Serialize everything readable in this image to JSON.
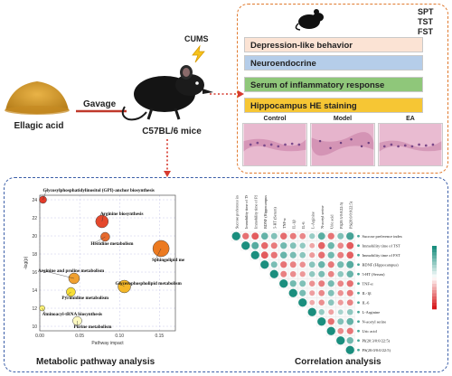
{
  "left": {
    "compound_label": "Ellagic acid",
    "route_label": "Gavage"
  },
  "model": {
    "stress_label": "CUMS",
    "mouse_label": "C57BL/6 mice"
  },
  "behavior_tests": [
    "SPT",
    "TST",
    "FST"
  ],
  "outcomes": [
    {
      "label": "Depression-like behavior",
      "color": "#fbe3d4"
    },
    {
      "label": "Neuroendocrine",
      "color": "#b5cde9"
    },
    {
      "label": "Serum of inflammatory response",
      "color": "#8fc77a"
    },
    {
      "label": "Hippocampus HE staining",
      "color": "#f6c634"
    }
  ],
  "he_groups": [
    "Control",
    "Model",
    "EA"
  ],
  "metabolic": {
    "title": "Metabolic pathway analysis",
    "chart_data": {
      "type": "scatter",
      "xlabel": "Pathway impact",
      "ylabel": "-log(p)",
      "x_ticks": [
        "0.00",
        "0.05",
        "0.10",
        "0.15"
      ],
      "y_ticks": [
        "10",
        "12",
        "14",
        "16",
        "18",
        "20",
        "22",
        "24"
      ],
      "xlim": [
        0,
        0.17
      ],
      "ylim": [
        9.5,
        24.5
      ],
      "points": [
        {
          "name": "Glycosylphosphatidylinositol (GPI)-anchor biosynthesis",
          "x": 0.004,
          "y": 24.0,
          "color": "#e23b2a",
          "size": 4
        },
        {
          "name": "Arginine biosynthesis",
          "x": 0.078,
          "y": 21.6,
          "color": "#e5482c",
          "size": 7
        },
        {
          "name": "Histidine metabolism",
          "x": 0.082,
          "y": 19.9,
          "color": "#e66a2d",
          "size": 5
        },
        {
          "name": "Sphingolipid metabolism",
          "x": 0.152,
          "y": 18.6,
          "color": "#ec7a20",
          "size": 9
        },
        {
          "name": "Arginine and proline metabolism",
          "x": 0.043,
          "y": 15.3,
          "color": "#f0a030",
          "size": 6
        },
        {
          "name": "Glycerophospholipid metabolism",
          "x": 0.106,
          "y": 14.4,
          "color": "#f4b728",
          "size": 7
        },
        {
          "name": "Pyrimidine metabolism",
          "x": 0.039,
          "y": 13.8,
          "color": "#f6dd35",
          "size": 5
        },
        {
          "name": "Aminoacyl-tRNA biosynthesis",
          "x": 0.003,
          "y": 12.0,
          "color": "#fbf176",
          "size": 3
        },
        {
          "name": "Purine metabolism",
          "x": 0.047,
          "y": 10.6,
          "color": "#fdf9c0",
          "size": 5
        }
      ]
    }
  },
  "correlation": {
    "title": "Correlation analysis",
    "chart_data": {
      "type": "heatmap",
      "rows": [
        "Sucrose preference index",
        "Immobility time of TST",
        "Immobility time of FST",
        "BDNF (Hippocampus)",
        "5-HT (Serum)",
        "TNF-α",
        "IL-1β",
        "IL-6",
        "L-Arginine",
        "N-acetyl serine",
        "Uric acid",
        "PI(20:3/0:0/22:5)",
        "PS(20:0/0:0/22:5)"
      ],
      "columns": [
        "Sucrose preference index",
        "Immobility time of TST",
        "Immobility time of FST",
        "BDNF (Hippocampus)",
        "5-HT (Serum)",
        "TNF-α",
        "IL-1β",
        "IL-6",
        "L-Arginine",
        "N-acetyl serine",
        "Uric acid",
        "PI(20:3/0:0/22:5)",
        "PS(20:0/0:0/22:5)"
      ],
      "color_min": "#d7191c",
      "color_mid": "#ffffff",
      "color_max": "#1a8e7e",
      "upper": [
        [
          1,
          -0.62,
          -0.71,
          0.68,
          0.55,
          -0.64,
          -0.58,
          -0.52,
          0.45,
          0.72,
          -0.61,
          0.56,
          0.81
        ],
        [
          0,
          1,
          0.74,
          -0.66,
          -0.58,
          0.62,
          0.55,
          0.48,
          -0.39,
          -0.68,
          0.64,
          -0.52,
          -0.71
        ],
        [
          0,
          0,
          1,
          -0.72,
          -0.61,
          0.66,
          0.59,
          0.51,
          -0.44,
          -0.63,
          0.62,
          -0.57,
          -0.69
        ],
        [
          0,
          0,
          0,
          1,
          0.58,
          -0.61,
          -0.55,
          -0.49,
          0.52,
          0.66,
          -0.59,
          0.61,
          0.74
        ],
        [
          0,
          0,
          0,
          0,
          1,
          -0.55,
          -0.5,
          -0.45,
          0.49,
          0.58,
          -0.54,
          0.5,
          0.66
        ],
        [
          0,
          0,
          0,
          0,
          0,
          1,
          0.61,
          0.56,
          -0.48,
          -0.57,
          0.6,
          -0.53,
          -0.62
        ],
        [
          0,
          0,
          0,
          0,
          0,
          0,
          1,
          0.6,
          -0.42,
          -0.52,
          0.55,
          -0.48,
          -0.58
        ],
        [
          0,
          0,
          0,
          0,
          0,
          0,
          0,
          1,
          -0.38,
          -0.49,
          0.51,
          -0.44,
          -0.54
        ],
        [
          0,
          0,
          0,
          0,
          0,
          0,
          0,
          0,
          1,
          0.47,
          -0.41,
          0.39,
          0.5
        ],
        [
          0,
          0,
          0,
          0,
          0,
          0,
          0,
          0,
          0,
          1,
          -0.62,
          0.55,
          0.68
        ],
        [
          0,
          0,
          0,
          0,
          0,
          0,
          0,
          0,
          0,
          0,
          1,
          -0.51,
          -0.6
        ],
        [
          0,
          0,
          0,
          0,
          0,
          0,
          0,
          0,
          0,
          0,
          0,
          1,
          0.63
        ],
        [
          0,
          0,
          0,
          0,
          0,
          0,
          0,
          0,
          0,
          0,
          0,
          0,
          1
        ]
      ]
    }
  }
}
